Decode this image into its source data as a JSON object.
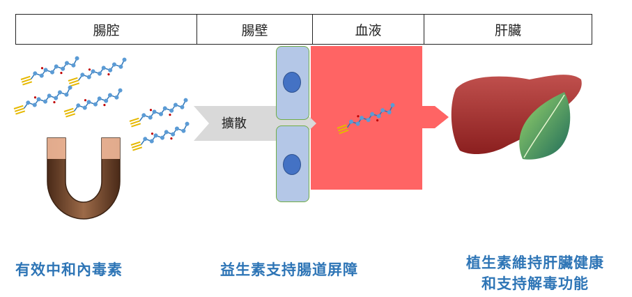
{
  "header": {
    "gut_lumen": "腸腔",
    "gut_wall": "腸壁",
    "blood": "血液",
    "liver": "肝臟"
  },
  "diffusion_label": "擴散",
  "captions": {
    "neutralize": "有效中和內毒素",
    "barrier": "益生素支持腸道屏障",
    "liver_line1": "植生素維持肝臟健康",
    "liver_line2": "和支持解毒功能"
  },
  "colors": {
    "caption": "#2e75b6",
    "blood": "#ff6464",
    "cell": "#b4c7e7",
    "cell_border": "#70ad47",
    "nucleus": "#4472c4",
    "arrow": "#d9d9d9"
  }
}
